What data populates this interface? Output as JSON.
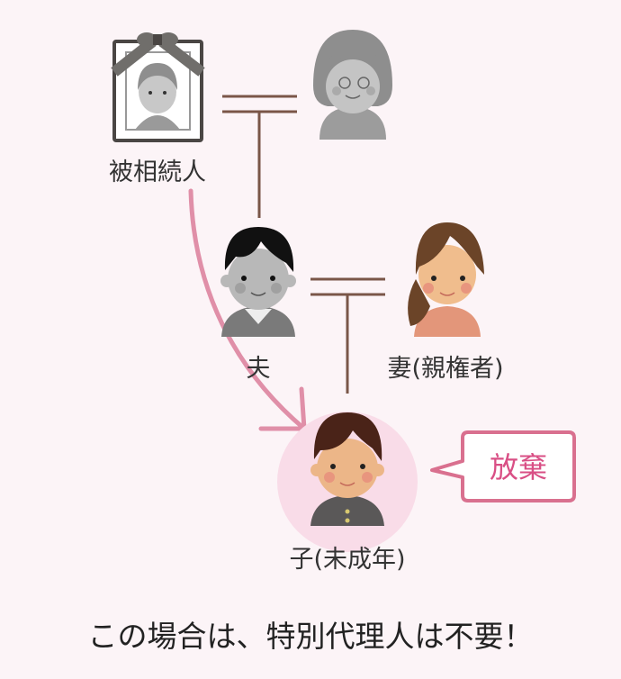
{
  "labels": {
    "deceased": "被相続人",
    "husband": "夫",
    "wife": "妻(親権者)",
    "child": "子(未成年)"
  },
  "bubble": {
    "text": "放棄"
  },
  "footer": {
    "text": "この場合は、特別代理人は不要！"
  },
  "colors": {
    "background": "#fcf4f7",
    "line": "#7a5648",
    "accent": "#d9708f",
    "arrow": "#e08fa8",
    "child_circle": "#f9dce8"
  }
}
